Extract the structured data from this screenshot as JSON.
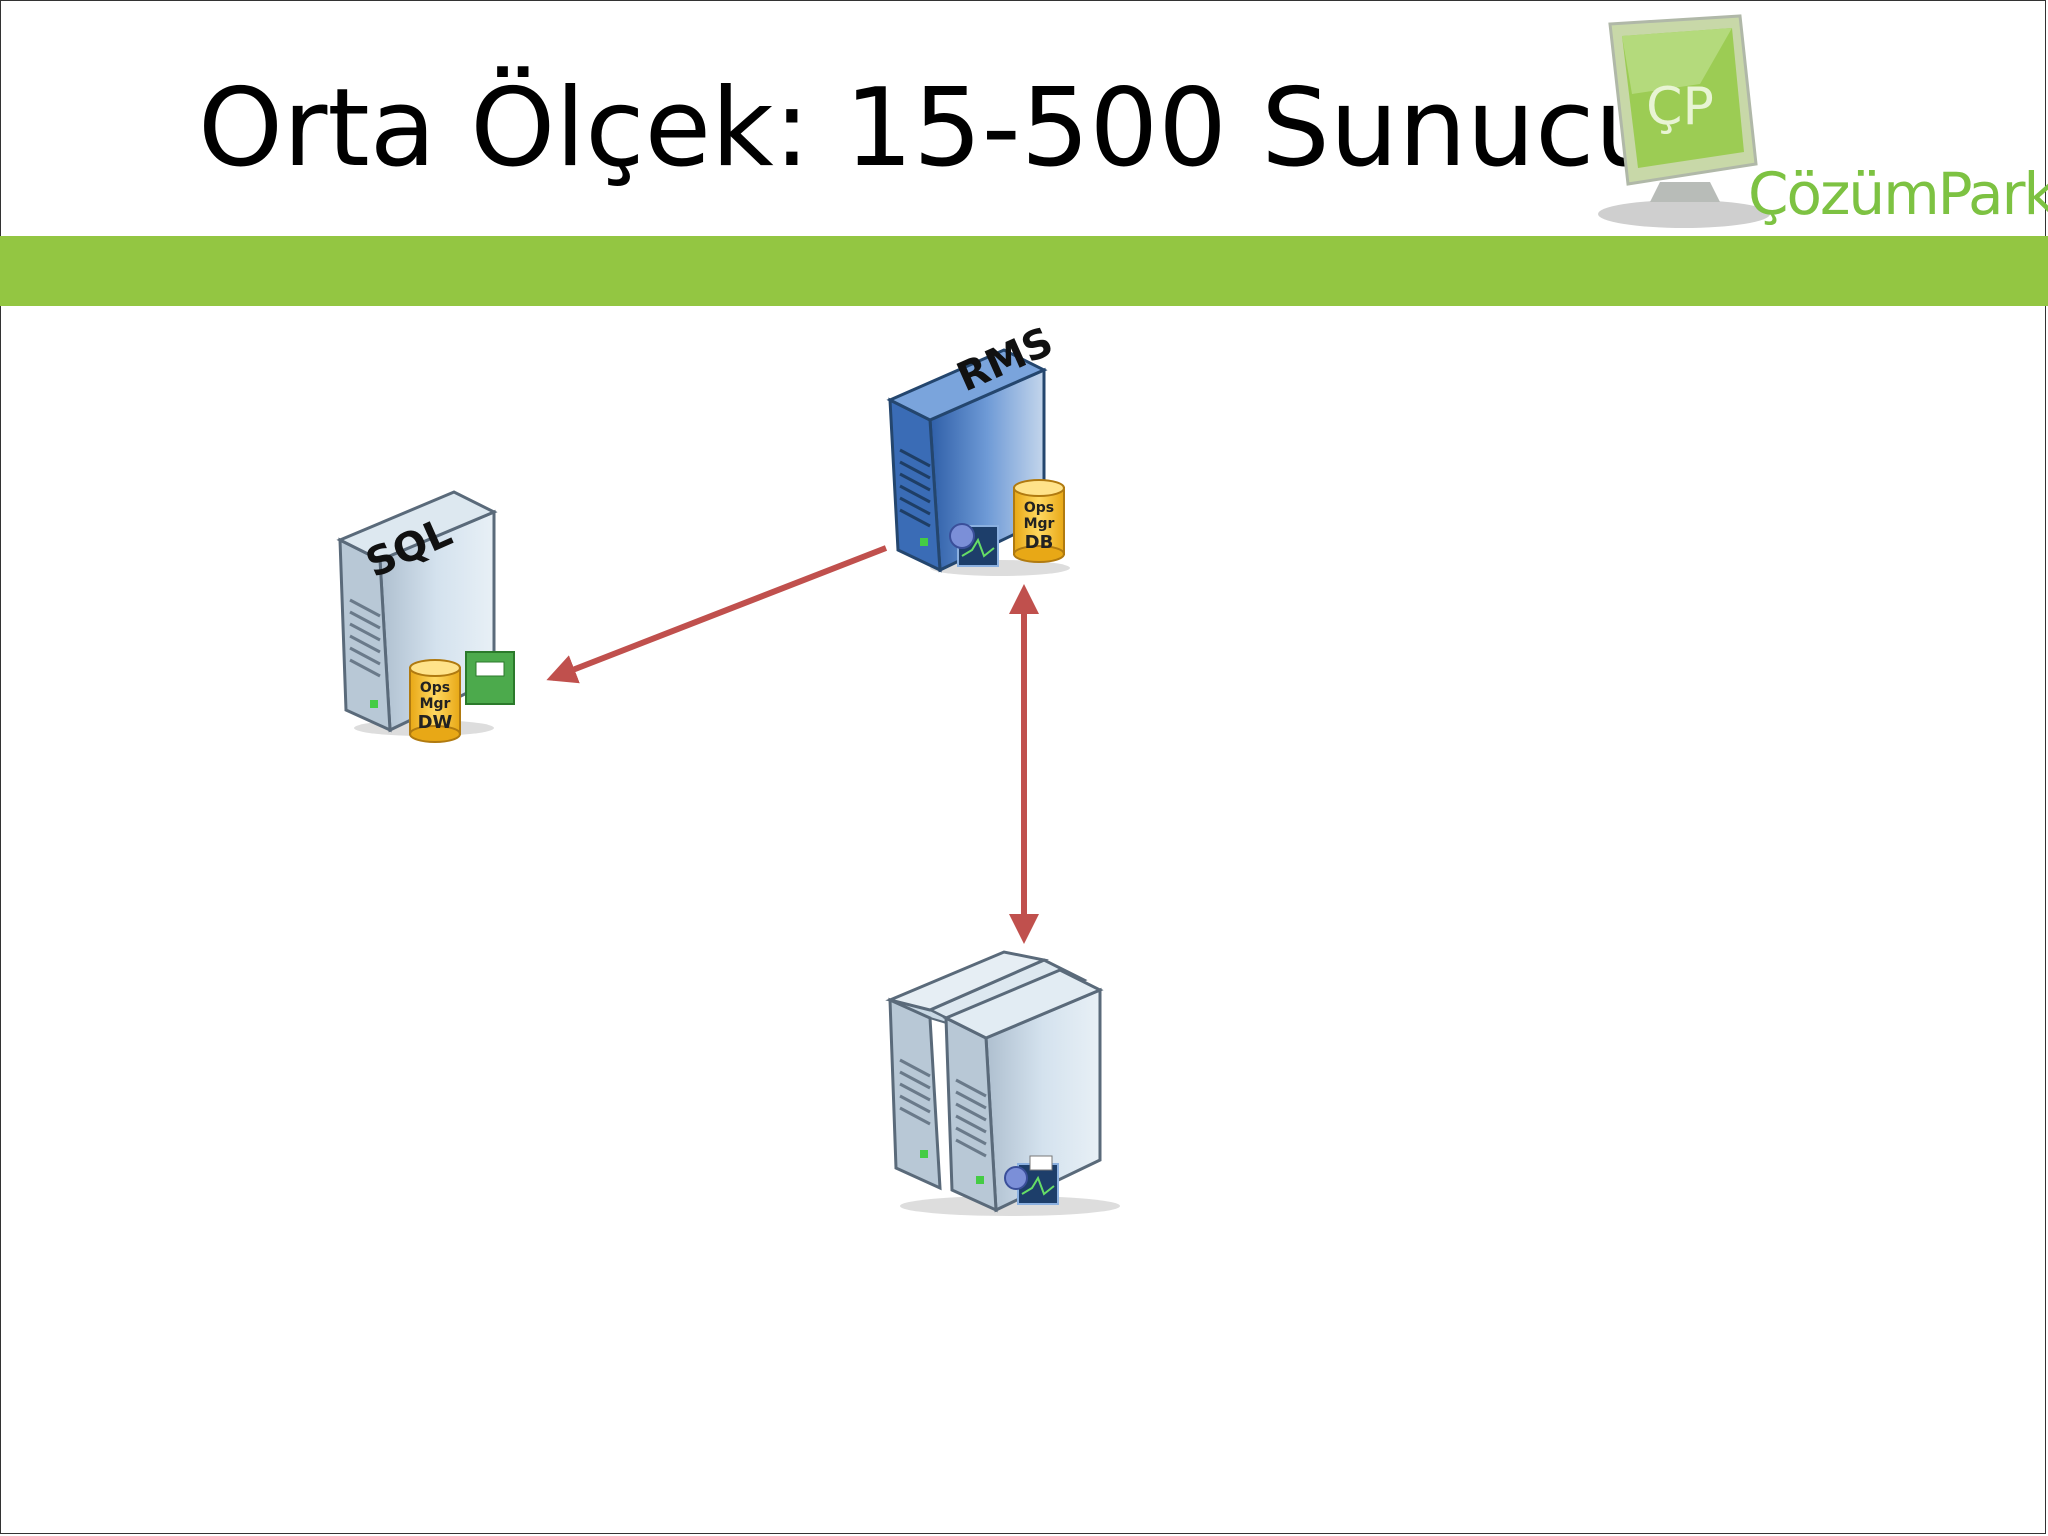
{
  "slide": {
    "title": "Orta Ölçek: 15-500 Sunucu"
  },
  "logo": {
    "monogram": "ÇP",
    "text": "ÇözümPark"
  },
  "nodes": {
    "rms": {
      "label": "RMS",
      "badge_line1": "Ops",
      "badge_line2": "Mgr",
      "badge_line3": "DB"
    },
    "sql": {
      "label": "SQL",
      "badge_line1": "Ops",
      "badge_line2": "Mgr",
      "badge_line3": "DW"
    },
    "managed": {
      "label": ""
    }
  },
  "colors": {
    "accent_green": "#93c642",
    "arrow": "#c0504d",
    "server_body": "#c9d9e6",
    "rms_body": "#4f7fc4",
    "badge": "#f5c038"
  },
  "edges": [
    {
      "from": "rms",
      "to": "sql",
      "direction": "one-way"
    },
    {
      "from": "rms",
      "to": "managed",
      "direction": "two-way"
    }
  ]
}
